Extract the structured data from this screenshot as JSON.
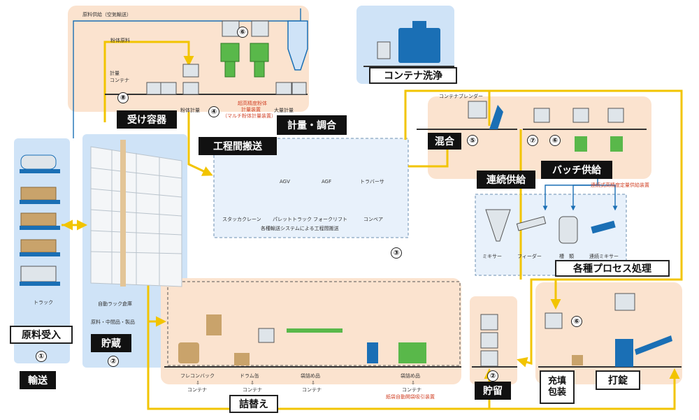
{
  "colors": {
    "flow_line": "#f2c400",
    "bg_blue": "#cfe3f7",
    "bg_orange": "#fbe3cf",
    "process_box_fill": "#e8f1fb",
    "container": "#dfe5ea",
    "machine_green": "#59b84a",
    "equipment_blue": "#1a6fb5",
    "label_red": "#d2452a"
  },
  "labels": {
    "raw_material_supply": "原料供給（空気輸送）",
    "powder_material": "粉体原料",
    "weighing_container_line1": "計量",
    "weighing_container_line2": "コンテナ",
    "powder_weighing": "粉体計量",
    "ultra_precise_line1": "超高精度粉体",
    "ultra_precise_line2": "計量装置",
    "ultra_precise_line3": "（マルチ粉体計量装置）",
    "bulk_weighing": "大量計量",
    "truck": "トラック",
    "auto_rack": "自動ラック倉庫",
    "rack_contents": "原料・中間品・製品",
    "stacker_crane": "スタッカクレーン",
    "agv": "AGV",
    "agf": "AGF",
    "traverser": "トラバーサ",
    "pallet_truck": "パレットトラック",
    "forklift": "フォークリフト",
    "conveyor": "コンベア",
    "transport_caption": "各種輸送システムによる工程間搬送",
    "container_blender": "コンテナブレンダー",
    "continuous_metering_device": "連続式高精度定量供給装置",
    "mixer": "ミキサー",
    "feeder": "フィーダー",
    "reactor": "槽　類",
    "continuous_mixer": "連続ミキサー",
    "flexible_bag": "フレコンバック",
    "drum_can": "ドラム缶",
    "bagged_goods_1": "袋詰め品",
    "bagged_goods_2": "袋詰め品",
    "to_container_1": "コンテナ",
    "to_container_2": "コンテナ",
    "to_container_3": "コンテナ",
    "to_container_4": "コンテナ",
    "down_arrow": "⇩",
    "auto_bag_opening": "紙袋自動開袋吸引装置"
  },
  "titles": {
    "container_wash": "コンテナ洗浄",
    "receiving_vessel": "受け容器",
    "weighing_blending": "計量・調合",
    "inter_process_transport": "工程間搬送",
    "mixing": "混合",
    "continuous_supply": "連続供給",
    "batch_supply": "バッチ供給",
    "various_processes": "各種プロセス処理",
    "material_receiving": "原料受入",
    "storage": "貯蔵",
    "transport": "輸送",
    "repacking": "詰替え",
    "storage_2": "貯留",
    "filling_packing": "充填包装",
    "tableting": "打錠"
  },
  "numbers": {
    "n1": "①",
    "n2a": "②",
    "n2b": "②",
    "n3": "③",
    "n4": "④",
    "n5": "⑤",
    "n6a": "⑥",
    "n6b": "⑥",
    "n6c": "⑥",
    "n7": "⑦",
    "n8": "⑧"
  }
}
